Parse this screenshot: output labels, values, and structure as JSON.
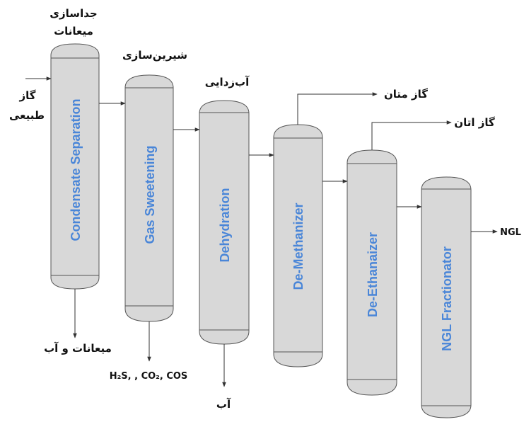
{
  "vessels": [
    {
      "id": "condensate-separation",
      "title": "Condensate Separation"
    },
    {
      "id": "gas-sweetening",
      "title": "Gas Sweetening"
    },
    {
      "id": "dehydration",
      "title": "Dehydration"
    },
    {
      "id": "de-methanizer",
      "title": "De-Methanizer"
    },
    {
      "id": "de-ethanaizer",
      "title": "De-Ethanaizer"
    },
    {
      "id": "ngl-fractionator",
      "title": "NGL Fractionator"
    }
  ],
  "labels": {
    "condensate_sep_1": "جداسازی",
    "condensate_sep_2": "میعانات",
    "sweetening": "شیرین‌سازی",
    "dehydration": "آب‌زدایی",
    "natural_gas_1": "گاز",
    "natural_gas_2": "طبیعی",
    "condensate_water": "میعانات و آب",
    "acid_gases": "H₂S, , CO₂, COS",
    "water": "آب",
    "methane_gas": "گاز متان",
    "ethane_gas": "گاز اتان",
    "ngl": "NGL"
  }
}
